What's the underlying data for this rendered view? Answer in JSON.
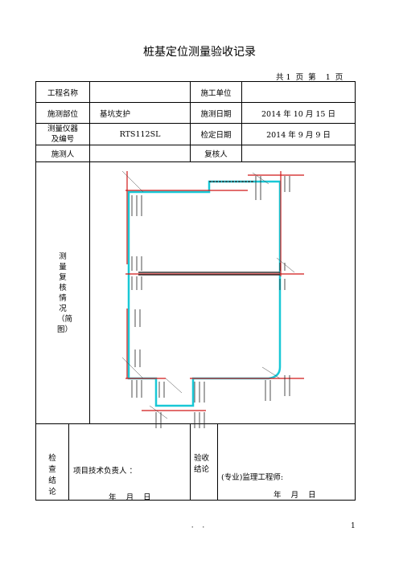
{
  "title": "桩基定位测量验收记录",
  "page_info": "共 1  页  第    1  页",
  "rows": {
    "project_name_label": "工程名称",
    "project_name_value": "",
    "construction_unit_label": "施工单位",
    "construction_unit_value": "",
    "survey_part_label": "施测部位",
    "survey_part_value": "基坑支护",
    "survey_date_label": "施测日期",
    "survey_date_value": "2014 年 10 月 15 日",
    "instrument_label": "测量仪器及编号",
    "instrument_value": "RTS112SL",
    "calib_date_label": "检定日期",
    "calib_date_value": "2014 年 9 月 9 日",
    "surveyor_label": "施测人",
    "surveyor_value": "",
    "reviewer_label": "复核人",
    "reviewer_value": ""
  },
  "sketch_label": "测量复核情况（简图）",
  "conclusion": {
    "check_label": "检查结论",
    "tech_lead": "项目技术负责人 ：",
    "date_left": "年    月    日",
    "accept_label": "验收结论",
    "supervisor": "(专业)监理工程师:",
    "date_right": "年    月    日"
  },
  "footer": {
    "dots": "· ·",
    "page_number": "1"
  }
}
